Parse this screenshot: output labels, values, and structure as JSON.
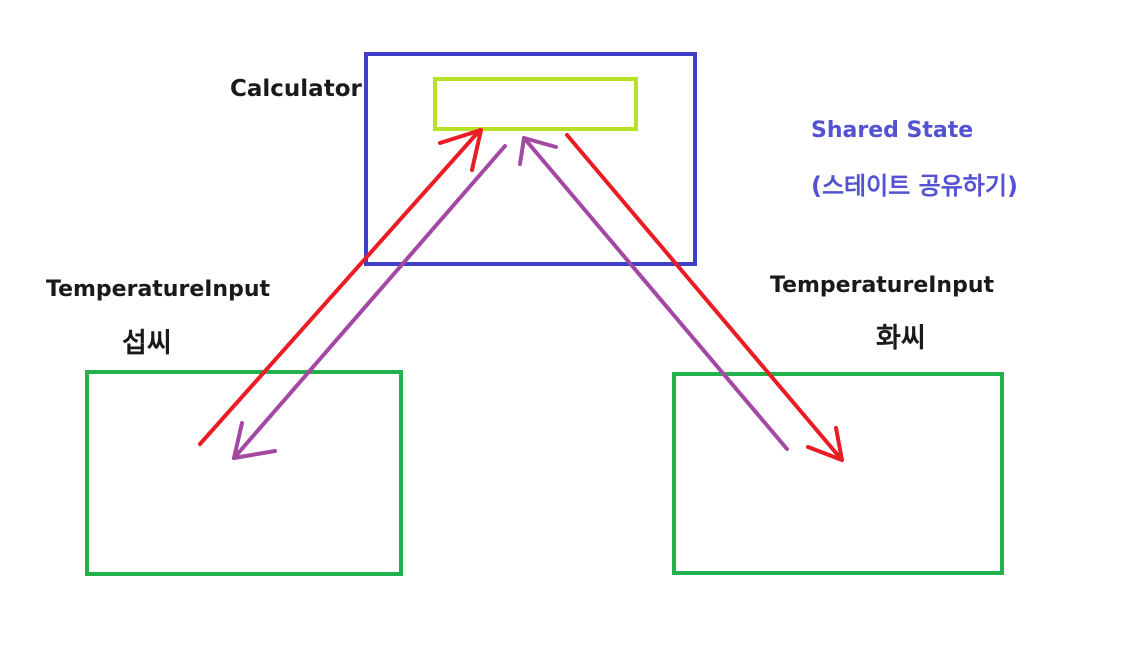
{
  "labels": {
    "calculator": "Calculator",
    "left_component": "TemperatureInput",
    "left_unit": "섭씨",
    "right_component": "TemperatureInput",
    "right_unit": "화씨",
    "shared_state": "Shared State",
    "shared_state_ko": "(스테이트 공유하기)"
  },
  "colors": {
    "calculator_box": "#3f3fc8",
    "state_box": "#b8e02a",
    "input_box": "#22b14c",
    "data_arrow": "#ea1c24",
    "event_arrow": "#a349a4",
    "shared_text": "#5353d1",
    "label_text": "#1a1a1a"
  }
}
